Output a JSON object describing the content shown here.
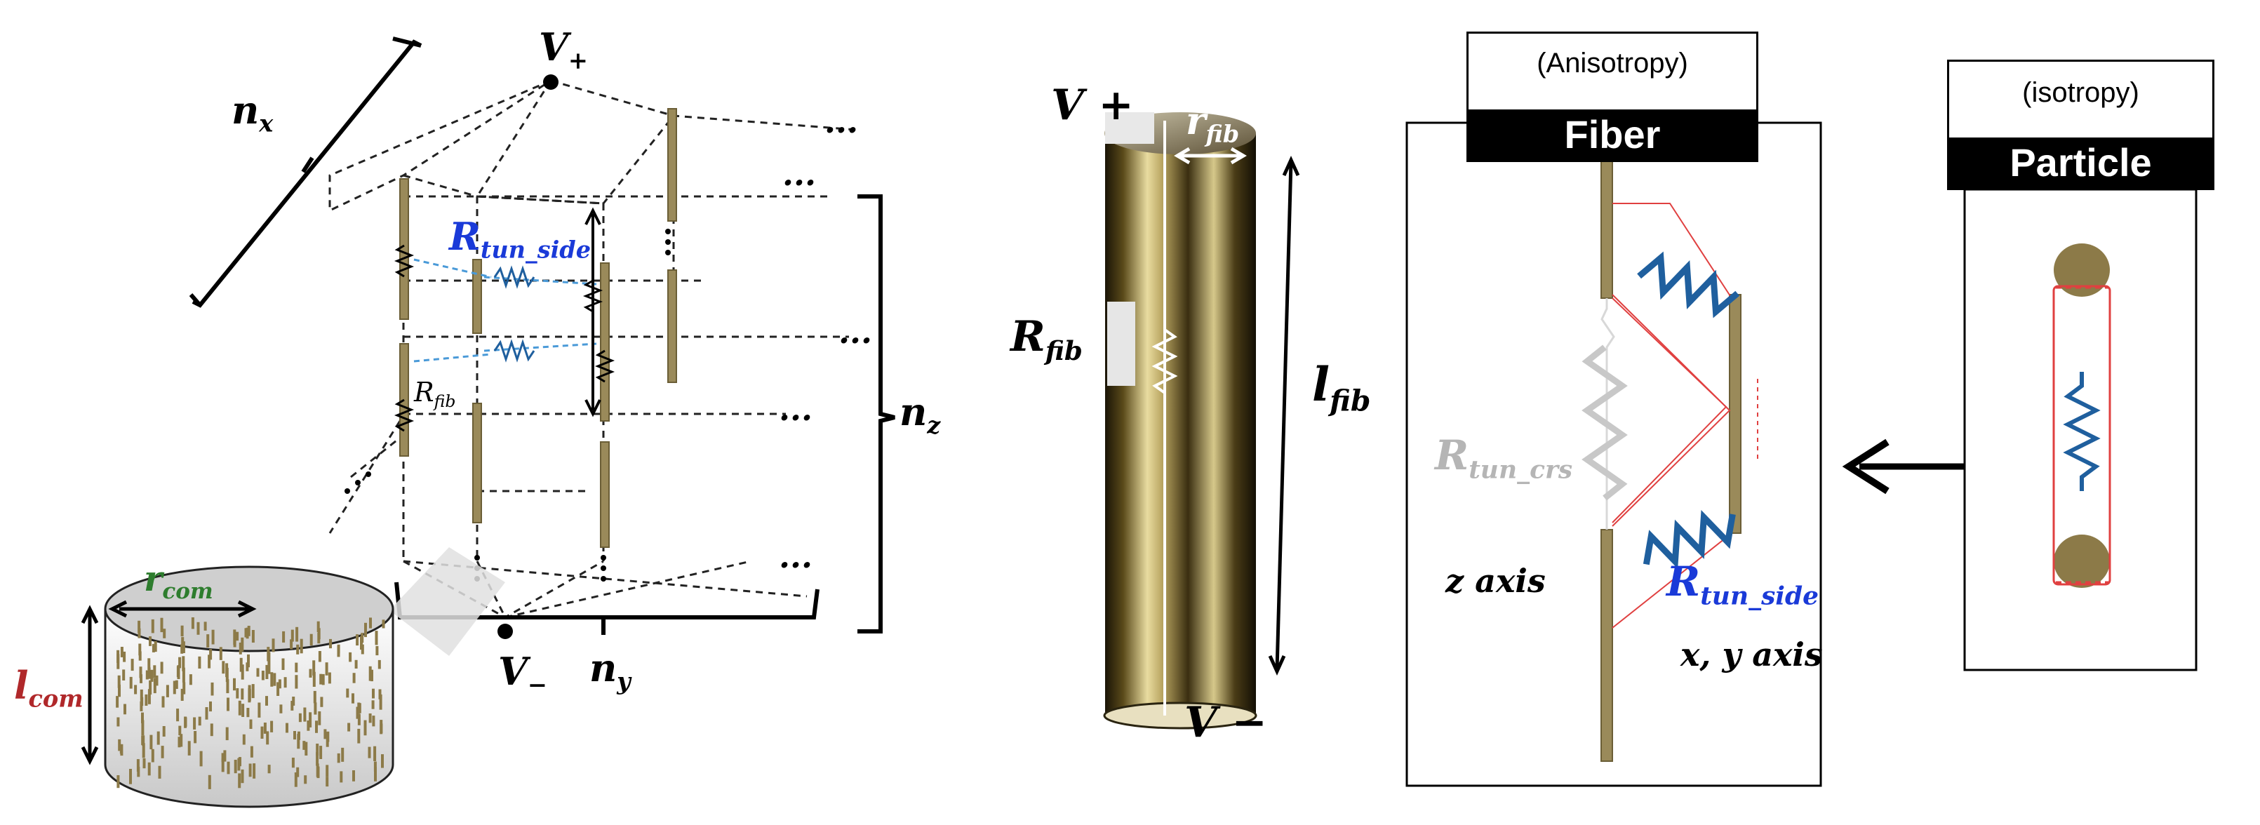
{
  "left_panel": {
    "v_plus": "V",
    "v_plus_sign": "+",
    "v_minus": "V",
    "v_minus_sign": "−",
    "n_x": "n",
    "n_x_sub": "x",
    "n_y": "n",
    "n_y_sub": "y",
    "n_z": "n",
    "n_z_sub": "z",
    "r_tun_side": "R",
    "r_tun_side_sub": "tun_side",
    "r_fib": "R",
    "r_fib_sub": "fib",
    "r_com": "r",
    "r_com_sub": "com",
    "l_com": "l",
    "l_com_sub": "com",
    "ellipsis": "..."
  },
  "middle_panel": {
    "v_plus": "V +",
    "v_minus": "V −",
    "r_fib": "r",
    "r_fib_sub": "fib",
    "R_fib": "R",
    "R_fib_sub": "fib",
    "l_fib": "l",
    "l_fib_sub": "fib"
  },
  "fiber_panel": {
    "header_top": "(Anisotropy)",
    "header_title": "Fiber",
    "r_tun_crs": "R",
    "r_tun_crs_sub": "tun_crs",
    "r_tun_side": "R",
    "r_tun_side_sub": "tun_side",
    "z_axis": "z axis",
    "xy_axis": "x, y axis"
  },
  "particle_panel": {
    "header_top": "(isotropy)",
    "header_title": "Particle"
  },
  "colors": {
    "fiber_rod": "#9a8a5a",
    "resistor_blue": "#1f5f9e",
    "label_blue": "#1a3ad8",
    "label_red": "#b0282a",
    "label_green": "#2e7d2e",
    "label_gray": "#b5b5b5",
    "dash_blue": "#4a9ad8",
    "tri_red": "#e04040",
    "particle": "#8c7a48"
  }
}
